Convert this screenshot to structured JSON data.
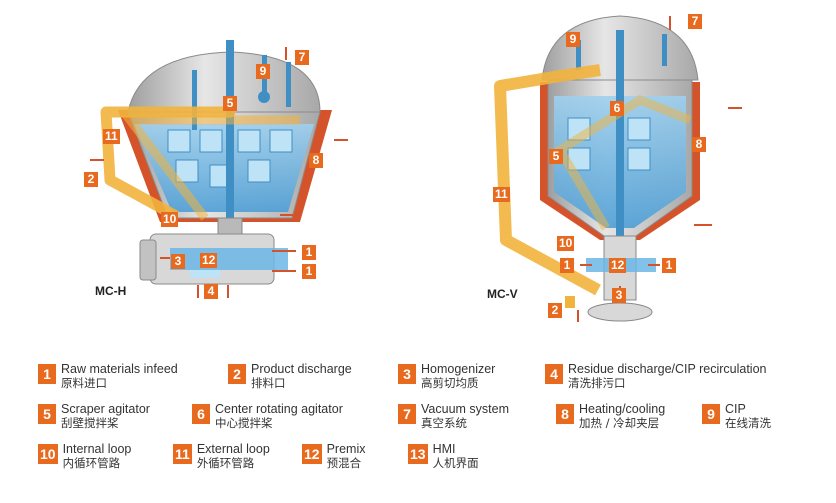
{
  "diagram": {
    "left_model": "MC-H",
    "right_model": "MC-V",
    "left_tags": [
      "7",
      "9",
      "5",
      "11",
      "8",
      "2",
      "10",
      "3",
      "12",
      "1",
      "1",
      "4"
    ],
    "right_tags": [
      "9",
      "7",
      "6",
      "5",
      "8",
      "11",
      "10",
      "1",
      "12",
      "1",
      "3",
      "2"
    ]
  },
  "legend": [
    {
      "num": "1",
      "en": "Raw materials infeed",
      "zh": "原料进口"
    },
    {
      "num": "2",
      "en": "Product discharge",
      "zh": "排料口"
    },
    {
      "num": "3",
      "en": "Homogenizer",
      "zh": "高剪切均质"
    },
    {
      "num": "4",
      "en": "Residue discharge/CIP recirculation",
      "zh": "清洗排污口"
    },
    {
      "num": "5",
      "en": "Scraper agitator",
      "zh": "刮壁搅拌桨"
    },
    {
      "num": "6",
      "en": "Center rotating agitator",
      "zh": "中心搅拌桨"
    },
    {
      "num": "7",
      "en": "Vacuum system",
      "zh": "真空系统"
    },
    {
      "num": "8",
      "en": "Heating/cooling",
      "zh": "加热 / 冷却夹层"
    },
    {
      "num": "9",
      "en": "CIP",
      "zh": "在线清洗"
    },
    {
      "num": "10",
      "en": "Internal loop",
      "zh": "内循环管路"
    },
    {
      "num": "11",
      "en": "External loop",
      "zh": "外循环管路"
    },
    {
      "num": "12",
      "en": "Premix",
      "zh": "预混合"
    },
    {
      "num": "13",
      "en": "HMI",
      "zh": "人机界面"
    }
  ],
  "colors": {
    "accent": "#e86a1f",
    "loop": "#f2b33d",
    "product": "#6bb6e6",
    "jacket": "#d4532a",
    "steel": "#c9c9c9"
  }
}
